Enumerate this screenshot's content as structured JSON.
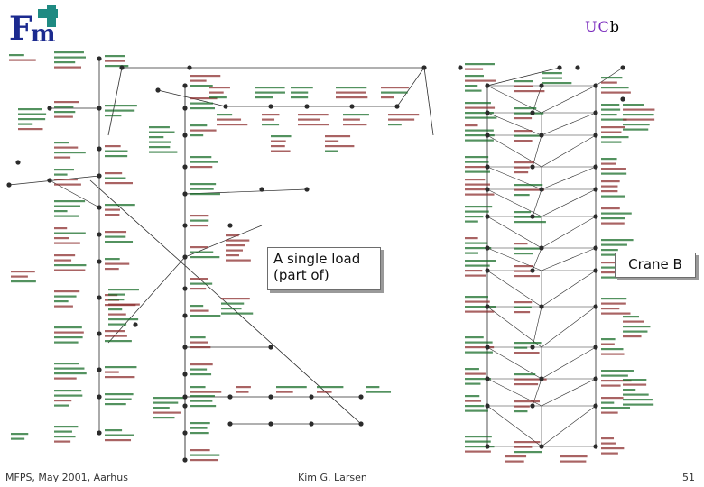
{
  "header": {
    "logo_text": "Fm",
    "org_text": "UC",
    "org_suffix": "b"
  },
  "callouts": {
    "single_load": "A single load (part of)",
    "crane": "Crane B"
  },
  "footer": {
    "left": "MFPS, May 2001, Aarhus",
    "center": "Kim G. Larsen",
    "page": "51"
  },
  "colors": {
    "node": "#2b2b2b",
    "edge": "#2b2b2b",
    "guard_label": "#8c2f2f",
    "sync_label": "#1a6e2a",
    "logo_blue": "#1b2a8f",
    "logo_teal": "#1f8a82",
    "org_purple": "#7a2bbd"
  }
}
